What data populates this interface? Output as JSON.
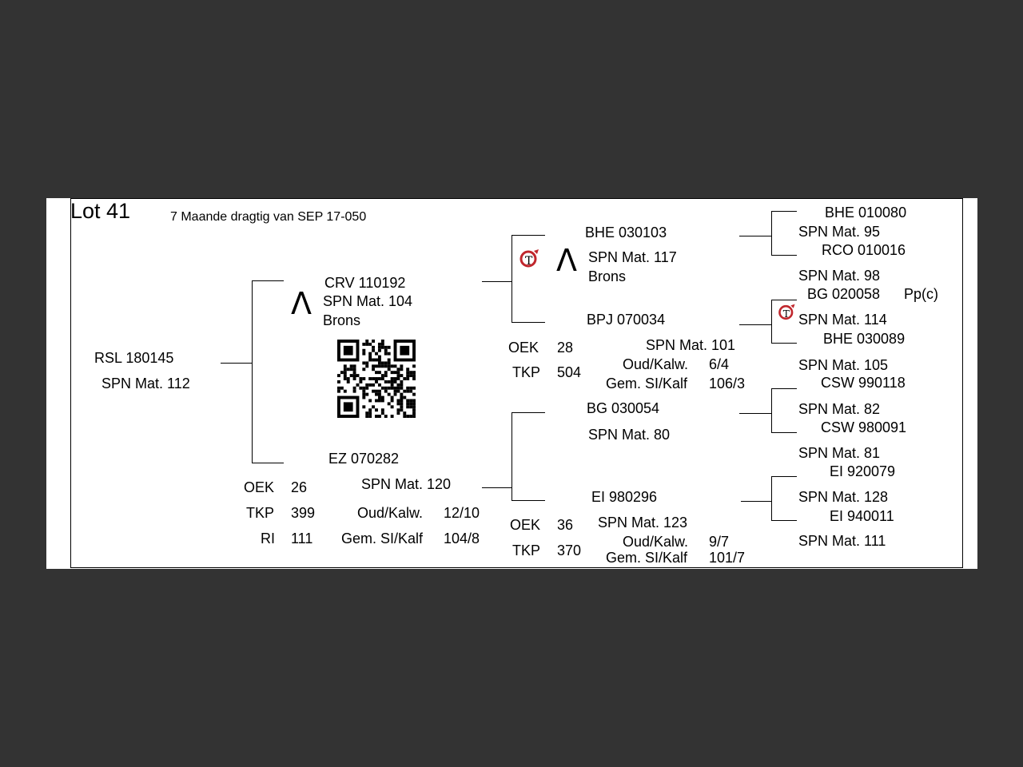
{
  "lot": {
    "title": "Lot 41",
    "note": "7 Maande dragtig van SEP 17-050"
  },
  "animal": {
    "id": "RSL 180145",
    "mat": "SPN Mat. 112"
  },
  "sire": {
    "id": "CRV 110192",
    "mat": "SPN Mat. 104",
    "grade": "Brons",
    "mark": "Λ",
    "sire": {
      "id": "BHE 030103",
      "mat": "SPN Mat. 117",
      "grade": "Brons",
      "mark": "Λ",
      "sire": {
        "id": "BHE 010080"
      },
      "sire_mat": "SPN Mat. 95",
      "dam": {
        "id": "RCO 010016"
      },
      "dam_mat": "SPN Mat. 98"
    },
    "dam": {
      "id": "BPJ 070034",
      "mat": "SPN Mat. 101",
      "sire": {
        "id": "BG  020058",
        "tag": "Pp(c)"
      },
      "sire_mat": "SPN Mat. 114",
      "dam": {
        "id": "BHE 030089"
      },
      "dam_mat": "SPN Mat. 105",
      "oek_label": "OEK",
      "oek": "28",
      "tkp_label": "TKP",
      "tkp": "504",
      "oud_label": "Oud/Kalw.",
      "oud": "6/4",
      "gem_label": "Gem. SI/Kalf",
      "gem": "106/3"
    }
  },
  "dam": {
    "id": "EZ  070282",
    "mat": "SPN Mat. 120",
    "oek_label": "OEK",
    "oek": "26",
    "tkp_label": "TKP",
    "tkp": "399",
    "ri_label": "RI",
    "ri": "111",
    "oud_label": "Oud/Kalw.",
    "oud": "12/10",
    "gem_label": "Gem. SI/Kalf",
    "gem": "104/8",
    "sire": {
      "id": "BG  030054",
      "mat": "SPN Mat. 80",
      "sire": {
        "id": "CSW 990118"
      },
      "sire_mat": "SPN Mat. 82",
      "dam": {
        "id": "CSW 980091"
      },
      "dam_mat": "SPN Mat. 81"
    },
    "dam": {
      "id": "EI  980296",
      "mat": "SPN Mat. 123",
      "sire": {
        "id": "EI  920079"
      },
      "sire_mat": "SPN Mat. 128",
      "dam": {
        "id": "EI  940011"
      },
      "dam_mat": "SPN Mat. 111",
      "oek_label": "OEK",
      "oek": "36",
      "tkp_label": "TKP",
      "tkp": "370",
      "oud_label": "Oud/Kalw.",
      "oud": "9/7",
      "gem_label": "Gem. SI/Kalf",
      "gem": "101/7"
    }
  },
  "icons": {
    "gt_logo": "gt-logo-icon",
    "qr": "qr-code-icon"
  },
  "colors": {
    "background": "#333333",
    "page": "#ffffff",
    "logo_red": "#c0272d"
  }
}
